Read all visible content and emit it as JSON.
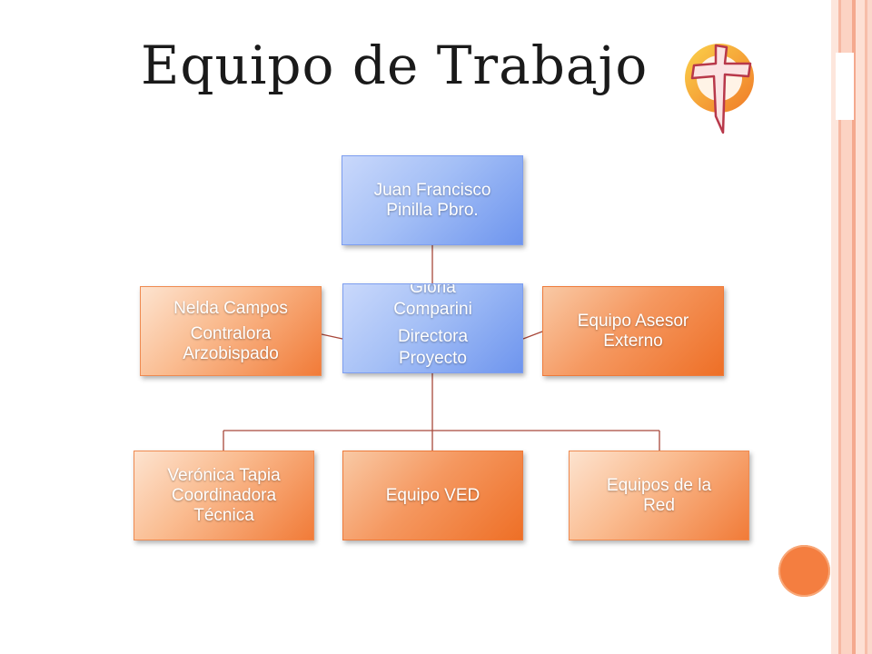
{
  "title": "Equipo de Trabajo",
  "colors": {
    "accent_orange": "#f17b38",
    "accent_blue": "#6e95ee",
    "connector": "#a8473a",
    "stripe_light": "#fbd8cb",
    "stripe_mid": "#f6b8a2"
  },
  "logo": {
    "icon": "cross-logo-icon"
  },
  "org_chart": {
    "top": {
      "line1": "Juan Francisco",
      "line2": "Pinilla Pbro."
    },
    "center": {
      "name": "Gloria Comparini",
      "role": "Directora Proyecto"
    },
    "left_assistant": {
      "name": "Nelda Campos",
      "role": "Contralora Arzobispado"
    },
    "right_assistant": {
      "line1": "Equipo Asesor",
      "line2": "Externo"
    },
    "children": [
      {
        "line1": "Verónica Tapia",
        "line2": "Coordinadora",
        "line3": "Técnica"
      },
      {
        "line1": "Equipo VED"
      },
      {
        "line1": "Equipos de la",
        "line2": "Red"
      }
    ]
  }
}
